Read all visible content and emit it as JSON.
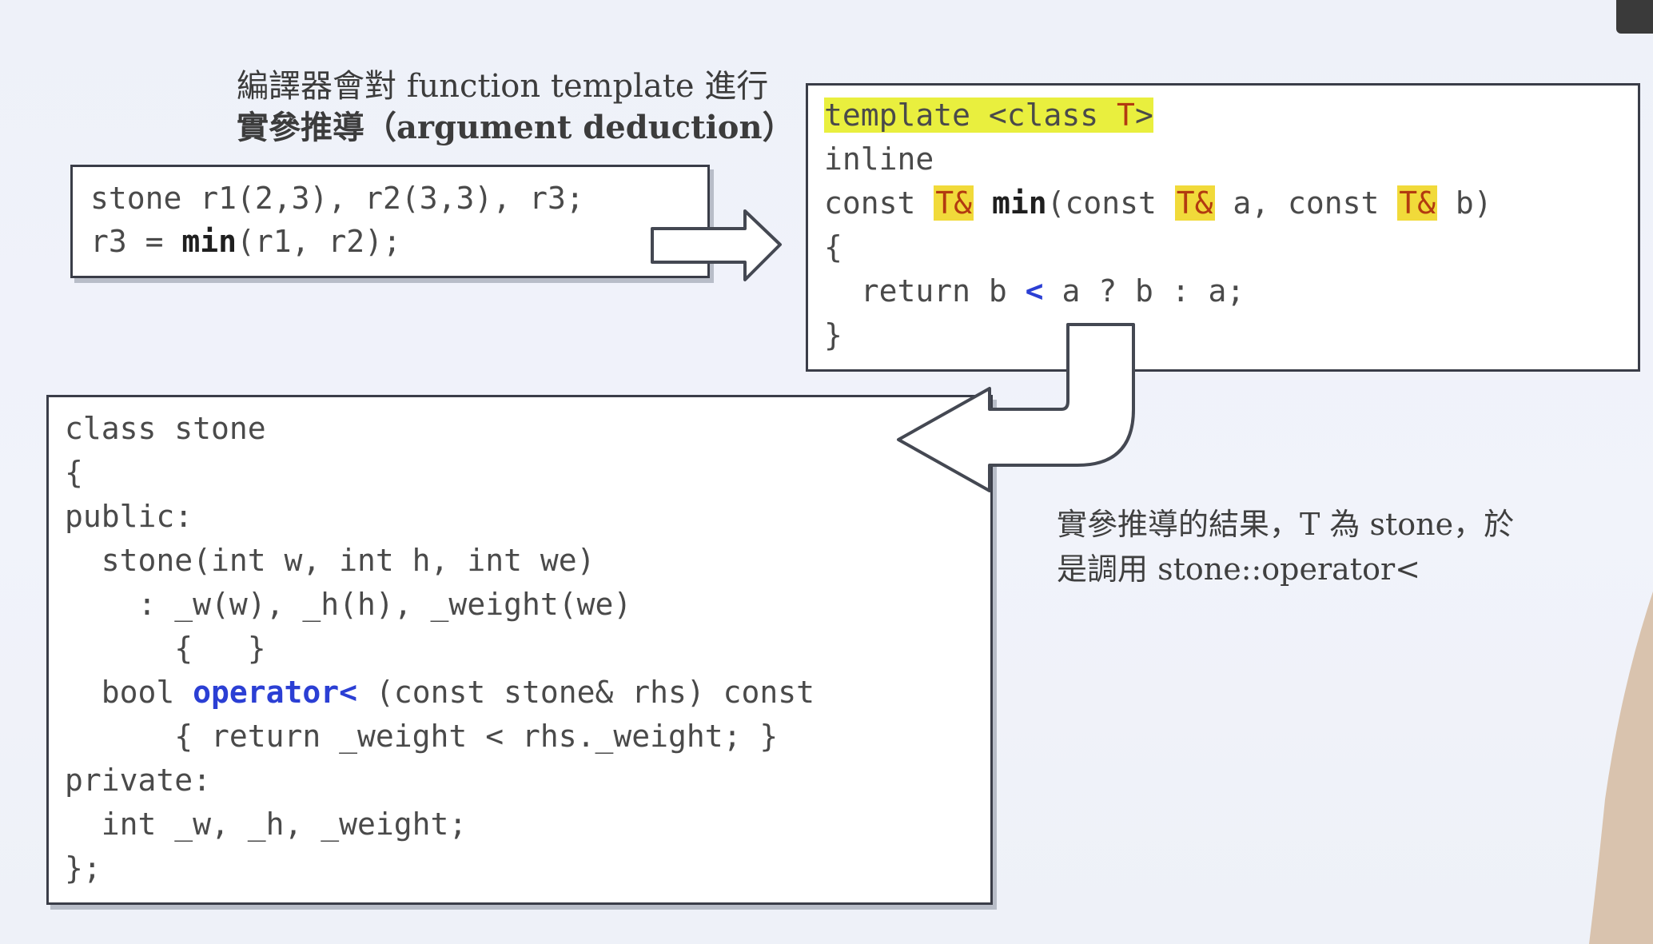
{
  "top_note": {
    "line1": "編譯器會對 function template 進行",
    "line2_prefix": "實參推導（",
    "line2_bold": "argument deduction",
    "line2_suffix": "）"
  },
  "call_box": {
    "line1": "stone r1(2,3), r2(3,3), r3;",
    "line2_pre": "r3 = ",
    "line2_bold": "min",
    "line2_post": "(r1, r2);"
  },
  "template_box": {
    "l1_pre": "template <class ",
    "l1_T": "T",
    "l1_post": ">",
    "l2": "inline",
    "l3_a": "const ",
    "l3_T1": "T&",
    "l3_sp": " ",
    "l3_min": "min",
    "l3_b": "(const ",
    "l3_T2": "T&",
    "l3_c": " a, const ",
    "l3_T3": "T&",
    "l3_d": " b)",
    "l4": "{",
    "l5_pre": "  return b ",
    "l5_op": "<",
    "l5_post": " a ? b : a;",
    "l6": "}"
  },
  "class_box": {
    "l1": "class stone",
    "l2": "{",
    "l3": "public:",
    "l4": "  stone(int w, int h, int we)",
    "l5": "    : _w(w), _h(h), _weight(we)",
    "l6": "      {   }",
    "l7_pre": "  bool ",
    "l7_op": "operator<",
    "l7_post": " (const stone& rhs) const",
    "l8": "      { return _weight < rhs._weight; }",
    "l9": "private:",
    "l10": "  int _w, _h, _weight;",
    "l11": "};"
  },
  "result_note": {
    "line1": "實參推導的結果，T 為 stone，於",
    "line2": "是調用 stone::operator<"
  }
}
